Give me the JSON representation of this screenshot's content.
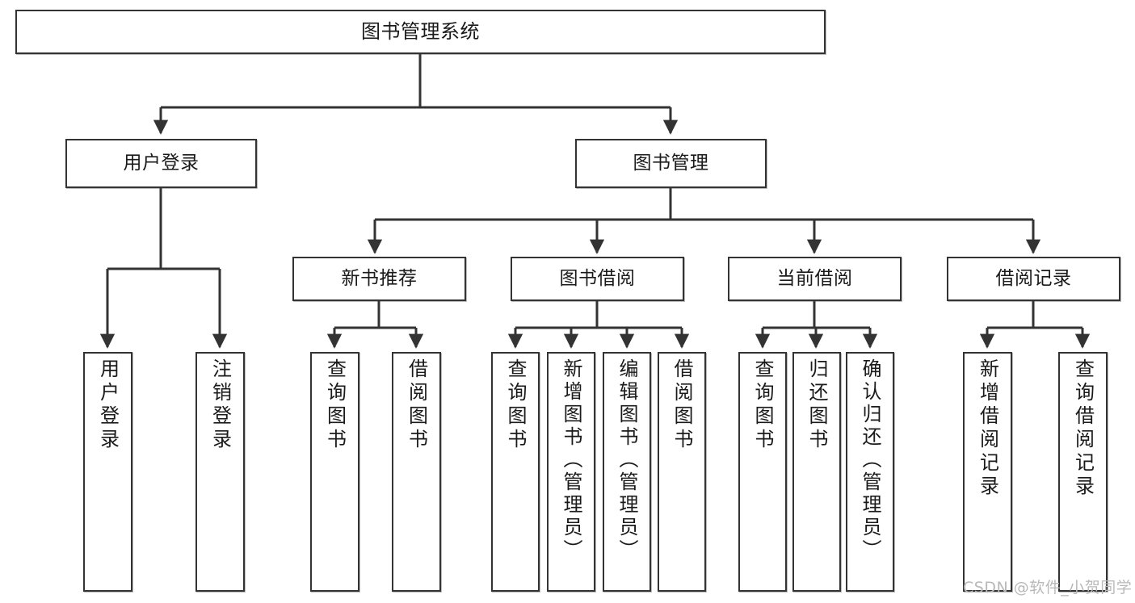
{
  "diagram": {
    "title": "图书管理系统",
    "type": "hierarchy-tree",
    "orientation": "top-down",
    "colors": {
      "box_border": "#333333",
      "box_fill": "#ffffff",
      "edge": "#333333",
      "text": "#1a1a1a",
      "watermark": "#b9b9b9",
      "background": "#ffffff"
    }
  },
  "watermark": {
    "text": "CSDN @软件_小贺同学"
  },
  "nodes": {
    "root": {
      "label": "图书管理系统"
    },
    "level1": [
      {
        "id": "user-login",
        "label": "用户登录"
      },
      {
        "id": "book-management",
        "label": "图书管理"
      }
    ],
    "level2": [
      {
        "id": "new-book-recommend",
        "label": "新书推荐"
      },
      {
        "id": "book-borrow",
        "label": "图书借阅"
      },
      {
        "id": "current-borrow",
        "label": "当前借阅"
      },
      {
        "id": "borrow-record",
        "label": "借阅记录"
      }
    ],
    "leaves": {
      "user-login": [
        {
          "id": "leaf-user-login",
          "label": "用户登录"
        },
        {
          "id": "leaf-logout",
          "label": "注销登录"
        }
      ],
      "new-book-recommend": [
        {
          "id": "leaf-query-book-1",
          "label": "查询图书"
        },
        {
          "id": "leaf-borrow-book-1",
          "label": "借阅图书"
        }
      ],
      "book-borrow": [
        {
          "id": "leaf-query-book-2",
          "label": "查询图书"
        },
        {
          "id": "leaf-add-book",
          "label": "新增图书（管理员）"
        },
        {
          "id": "leaf-edit-book",
          "label": "编辑图书（管理员）"
        },
        {
          "id": "leaf-borrow-book-2",
          "label": "借阅图书"
        }
      ],
      "current-borrow": [
        {
          "id": "leaf-query-book-3",
          "label": "查询图书"
        },
        {
          "id": "leaf-return-book",
          "label": "归还图书"
        },
        {
          "id": "leaf-confirm-return",
          "label": "确认归还（管理员）"
        }
      ],
      "borrow-record": [
        {
          "id": "leaf-add-record",
          "label": "新增借阅记录"
        },
        {
          "id": "leaf-query-record",
          "label": "查询借阅记录"
        }
      ]
    }
  },
  "edges": [
    {
      "from": "root",
      "to": "user-login"
    },
    {
      "from": "root",
      "to": "book-management"
    },
    {
      "from": "user-login",
      "to": "leaf-user-login"
    },
    {
      "from": "user-login",
      "to": "leaf-logout"
    },
    {
      "from": "book-management",
      "to": "new-book-recommend"
    },
    {
      "from": "book-management",
      "to": "book-borrow"
    },
    {
      "from": "book-management",
      "to": "current-borrow"
    },
    {
      "from": "book-management",
      "to": "borrow-record"
    },
    {
      "from": "new-book-recommend",
      "to": "leaf-query-book-1"
    },
    {
      "from": "new-book-recommend",
      "to": "leaf-borrow-book-1"
    },
    {
      "from": "book-borrow",
      "to": "leaf-query-book-2"
    },
    {
      "from": "book-borrow",
      "to": "leaf-add-book"
    },
    {
      "from": "book-borrow",
      "to": "leaf-edit-book"
    },
    {
      "from": "book-borrow",
      "to": "leaf-borrow-book-2"
    },
    {
      "from": "current-borrow",
      "to": "leaf-query-book-3"
    },
    {
      "from": "current-borrow",
      "to": "leaf-return-book"
    },
    {
      "from": "current-borrow",
      "to": "leaf-confirm-return"
    },
    {
      "from": "borrow-record",
      "to": "leaf-add-record"
    },
    {
      "from": "borrow-record",
      "to": "leaf-query-record"
    }
  ]
}
